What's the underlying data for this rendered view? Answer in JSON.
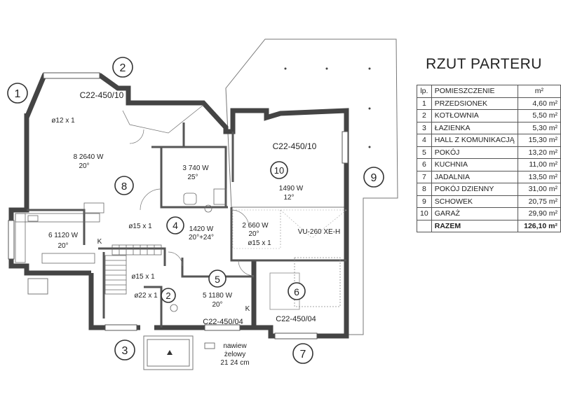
{
  "title": "RZUT PARTERU",
  "table": {
    "headers": {
      "lp": "lp.",
      "name": "POMIESZCZENIE",
      "area": "m²"
    },
    "rows": [
      {
        "lp": "1",
        "name": "PRZEDSIONEK",
        "area": "4,60 m²"
      },
      {
        "lp": "2",
        "name": "KOTŁOWNIA",
        "area": "5,50 m²"
      },
      {
        "lp": "3",
        "name": "ŁAZIENKA",
        "area": "5,30 m²"
      },
      {
        "lp": "4",
        "name": "HALL Z KOMUNIKACJĄ",
        "area": "15,30 m²"
      },
      {
        "lp": "5",
        "name": "POKÓJ",
        "area": "13,20 m²"
      },
      {
        "lp": "6",
        "name": "KUCHNIA",
        "area": "11,00 m²"
      },
      {
        "lp": "7",
        "name": "JADALNIA",
        "area": "13,50 m²"
      },
      {
        "lp": "8",
        "name": "POKÓJ DZIENNY",
        "area": "31,00 m²"
      },
      {
        "lp": "9",
        "name": "SCHOWEK",
        "area": "20,75 m²"
      },
      {
        "lp": "10",
        "name": "GARAŻ",
        "area": "29,90 m²"
      }
    ],
    "total": {
      "name": "RAZEM",
      "area": "126,10 m²"
    }
  },
  "plan": {
    "room_numbers": {
      "r1": "1",
      "r2_top": "2",
      "r3": "3",
      "r2_small": "2",
      "r4": "4",
      "r5": "5",
      "r6": "6",
      "r7": "7",
      "r8": "8",
      "r9": "9",
      "r10": "10"
    },
    "wall_labels": {
      "bay": "C22-450/10",
      "garage": "C22-450/10",
      "room5": "C22-450/04",
      "dining": "C22-450/04"
    },
    "heaters": {
      "living": {
        "spec": "8   2640 W",
        "temp": "20°"
      },
      "bath": {
        "spec": "3   740 W",
        "temp": "25°"
      },
      "garage": {
        "spec": "1490 W",
        "temp": "12°"
      },
      "kitchen": {
        "spec": "6   1120 W",
        "temp": "20°"
      },
      "hall": {
        "spec": "1420 W",
        "temp": "20°+24°"
      },
      "boiler": {
        "spec": "2  660 W",
        "temp": "20°"
      },
      "room5": {
        "spec": "5   1180 W",
        "temp": "20°"
      }
    },
    "ducts": {
      "living": "ø12 x 1",
      "hall": "ø15 x 1",
      "boiler": "ø15 x 1",
      "stair": "ø15 x 1",
      "vestibule": "ø22 x 1"
    },
    "unit": "VU-260 XE-H",
    "k_marks": {
      "kitchen": "K",
      "room5": "K"
    },
    "note": {
      "line1": "nawiew",
      "line2": "żelowy",
      "line3": "21 24 cm"
    }
  }
}
